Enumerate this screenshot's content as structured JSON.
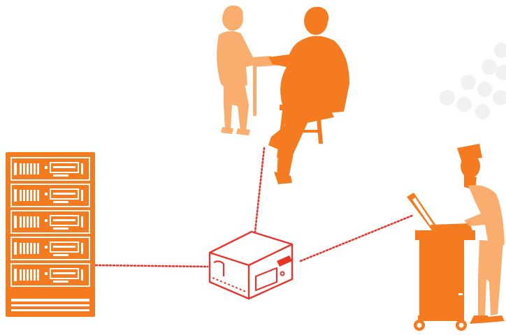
{
  "colors": {
    "primary": "#f47b20",
    "light": "#f9ad6e",
    "device_stroke": "#e8352c",
    "connector": "#e8352c",
    "background_dots": "#f1f1f1",
    "panel_fill": "#ffffff"
  },
  "figures": {
    "server_rack": {
      "icon": "server-rack-icon",
      "units": 5
    },
    "consultation": {
      "icon": "consultation-icon"
    },
    "central_device": {
      "icon": "network-device-icon"
    },
    "clinician": {
      "icon": "clinician-workstation-icon"
    }
  },
  "connections": [
    {
      "from": "server_rack",
      "to": "central_device"
    },
    {
      "from": "consultation",
      "to": "central_device"
    },
    {
      "from": "clinician",
      "to": "central_device"
    }
  ]
}
